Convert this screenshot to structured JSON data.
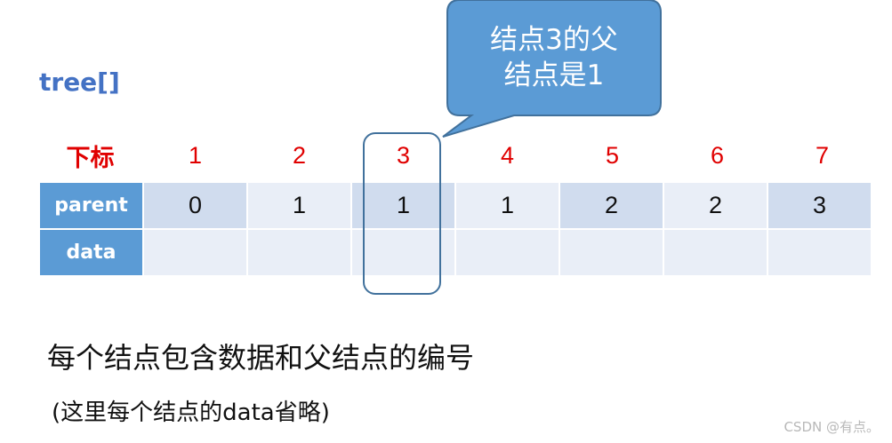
{
  "title": "tree[]",
  "index_row": {
    "label": "下标",
    "values": [
      "1",
      "2",
      "3",
      "4",
      "5",
      "6",
      "7"
    ]
  },
  "parent_row": {
    "label": "parent",
    "values": [
      "0",
      "1",
      "1",
      "1",
      "2",
      "2",
      "3"
    ]
  },
  "data_row": {
    "label": "data",
    "values": [
      "",
      "",
      "",
      "",
      "",
      "",
      ""
    ]
  },
  "callout": {
    "line1": "结点3的父",
    "line2": "结点是1"
  },
  "description": "每个结点包含数据和父结点的编号",
  "note": "(这里每个结点的data省略)",
  "watermark": "CSDN @有点。",
  "colors": {
    "title": "#4472C4",
    "index": "#E00000",
    "header_fill": "#5B9BD5",
    "cell_dark": "#D0DCEE",
    "cell_light": "#E9EEF7",
    "callout_fill": "#5B9BD5",
    "callout_border": "#41719C"
  }
}
